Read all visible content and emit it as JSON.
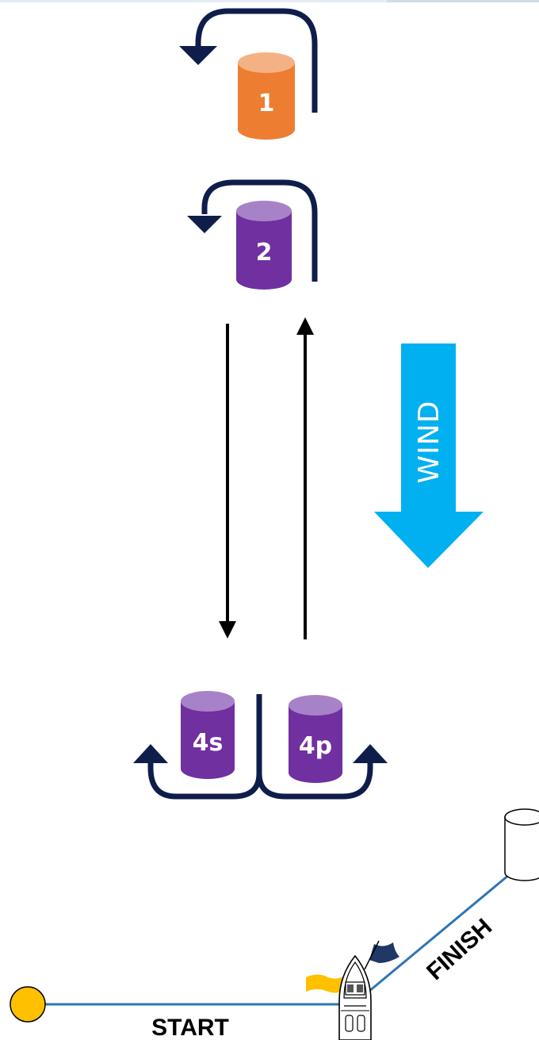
{
  "diagram": {
    "marks": [
      {
        "id": "1",
        "label": "1",
        "body_color": "#ED7D31",
        "top_color": "#F4B183"
      },
      {
        "id": "2",
        "label": "2",
        "body_color": "#7030A0",
        "top_color": "#A882C9"
      },
      {
        "id": "4s",
        "label": "4s",
        "body_color": "#7030A0",
        "top_color": "#A882C9"
      },
      {
        "id": "4p",
        "label": "4p",
        "body_color": "#7030A0",
        "top_color": "#A882C9"
      }
    ],
    "wind": {
      "label": "WIND",
      "color": "#00B0F0"
    },
    "start": {
      "label": "START",
      "pin_color": "#FFC000",
      "line_color": "#2E75B6"
    },
    "finish": {
      "label": "FINISH",
      "buoy_color": "#FFFFFF",
      "line_color": "#2E75B6"
    },
    "rounding_arrow_color": "#0F1D4A",
    "committee_boat": {
      "icon": "committee-boat-icon",
      "flag_colors": [
        "#FFC000",
        "#1F3864"
      ]
    }
  }
}
